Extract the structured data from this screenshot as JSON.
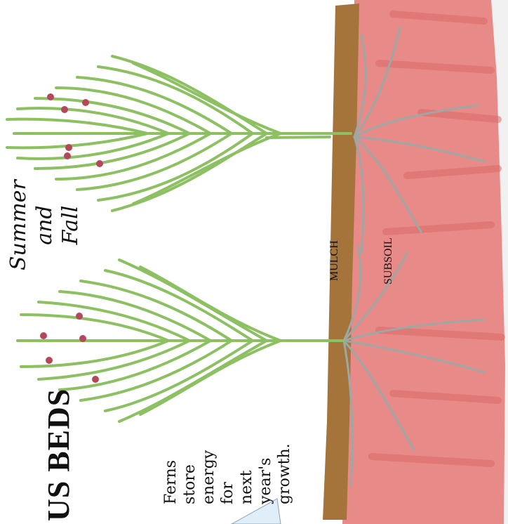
{
  "diagram": {
    "title": "US BEDS",
    "season_lines": [
      "Summer",
      "and",
      "Fall"
    ],
    "caption_lines": [
      "Ferns",
      "store",
      "energy",
      "for",
      "next",
      "year's",
      "growth."
    ],
    "layer_labels": {
      "mulch": "MULCH",
      "subsoil": "SUBSOIL"
    }
  },
  "colors": {
    "fern": "#8cc063",
    "fern_dark": "#6aa446",
    "berry": "#b5475a",
    "mulch": "#a5743b",
    "subsoil": "#e88a88",
    "subsoil_dark": "#d96a68",
    "roots": "#9da8a4",
    "frame_edge": "#8aa3b5"
  }
}
